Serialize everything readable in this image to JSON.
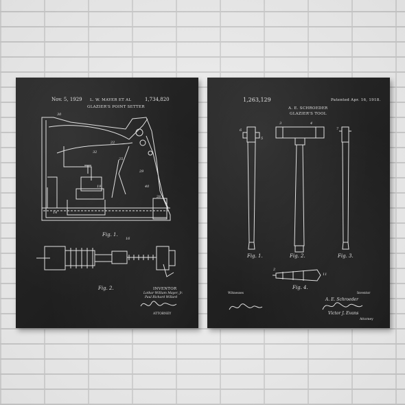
{
  "left_poster": {
    "date": "Nov. 5, 1929",
    "inventors": "L. W. MAYER ET AL",
    "number": "1,734,820",
    "title": "GLAZIER'S POINT SETTER",
    "fig1": "Fig. 1.",
    "fig2": "Fig. 2.",
    "inventor_heading": "INVENTOR",
    "inventor_names": "Lothar William Mayer, Jr.",
    "inventor_names2": "Paul Richard Willard",
    "attorney_line": "ATTORNEY"
  },
  "right_poster": {
    "number": "1,263,129",
    "date": "Patented Apr. 16, 1918.",
    "inventor": "A. E. SCHROEDER",
    "title": "GLAZIER'S TOOL",
    "fig1": "Fig. 1.",
    "fig2": "Fig. 2.",
    "fig3": "Fig. 3.",
    "fig4": "Fig. 4.",
    "witnesses_label": "Witnesses",
    "inventor_label": "Inventor",
    "signature_inventor": "A. E. Schroeder",
    "signature_attorney": "Victor J. Evans",
    "attorney_label": "Attorney"
  },
  "colors": {
    "wall": "#ececec",
    "mortar": "#c9c9c9",
    "chalkboard": "#1f1f1f",
    "chalk": "#e6e6e6"
  }
}
